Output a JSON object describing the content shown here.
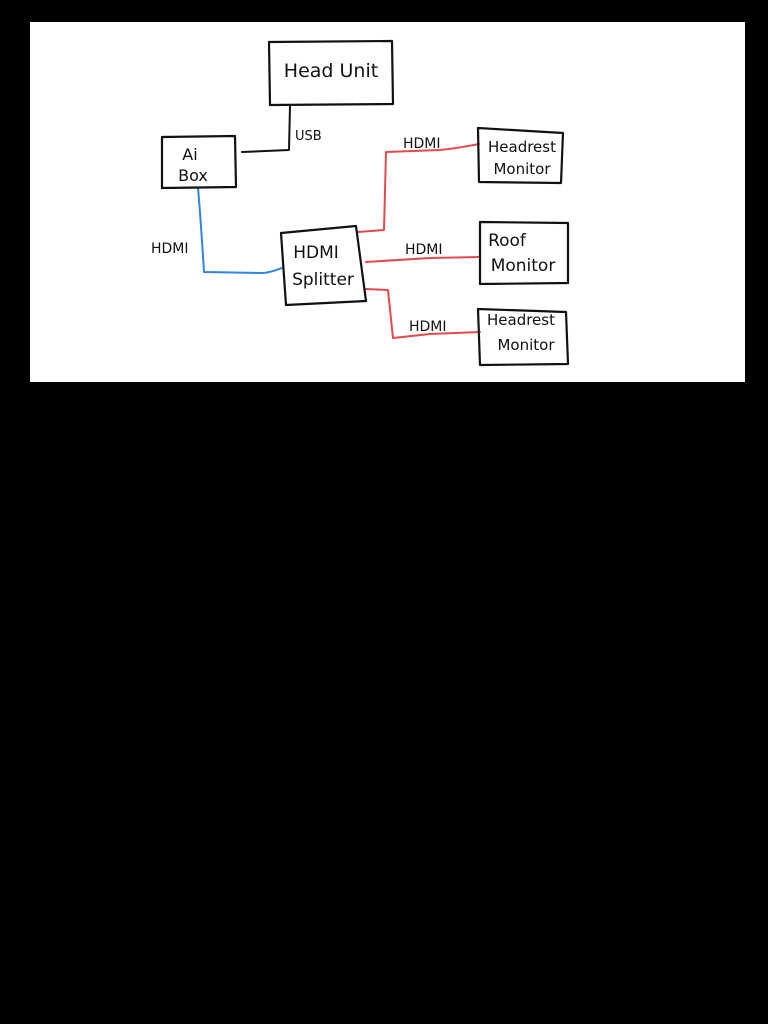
{
  "colors": {
    "background": "#000000",
    "canvas": "#ffffff",
    "ink": "#111111",
    "hdmi_blue": "#2d86e6",
    "hdmi_red": "#e5484d"
  },
  "nodes": {
    "head_unit": {
      "line1": "Head Unit"
    },
    "ai_box": {
      "line1": "Ai",
      "line2": "Box"
    },
    "hdmi_splitter": {
      "line1": "HDMI",
      "line2": "Splitter"
    },
    "headrest_monitor_1": {
      "line1": "Headrest",
      "line2": "Monitor"
    },
    "roof_monitor": {
      "line1": "Roof",
      "line2": "Monitor"
    },
    "headrest_monitor_2": {
      "line1": "Headrest",
      "line2": "Monitor"
    }
  },
  "edges": {
    "usb": {
      "label": "USB",
      "from": "Head Unit",
      "to": "Ai Box",
      "color": "#111111"
    },
    "aibox_to_splitter": {
      "label": "HDMI",
      "from": "Ai Box",
      "to": "HDMI Splitter",
      "color": "#2d86e6"
    },
    "splitter_to_headrest_1": {
      "label": "HDMI",
      "from": "HDMI Splitter",
      "to": "Headrest Monitor",
      "color": "#e5484d"
    },
    "splitter_to_roof": {
      "label": "HDMI",
      "from": "HDMI Splitter",
      "to": "Roof Monitor",
      "color": "#e5484d"
    },
    "splitter_to_headrest_2": {
      "label": "HDMI",
      "from": "HDMI Splitter",
      "to": "Headrest Monitor",
      "color": "#e5484d"
    }
  }
}
